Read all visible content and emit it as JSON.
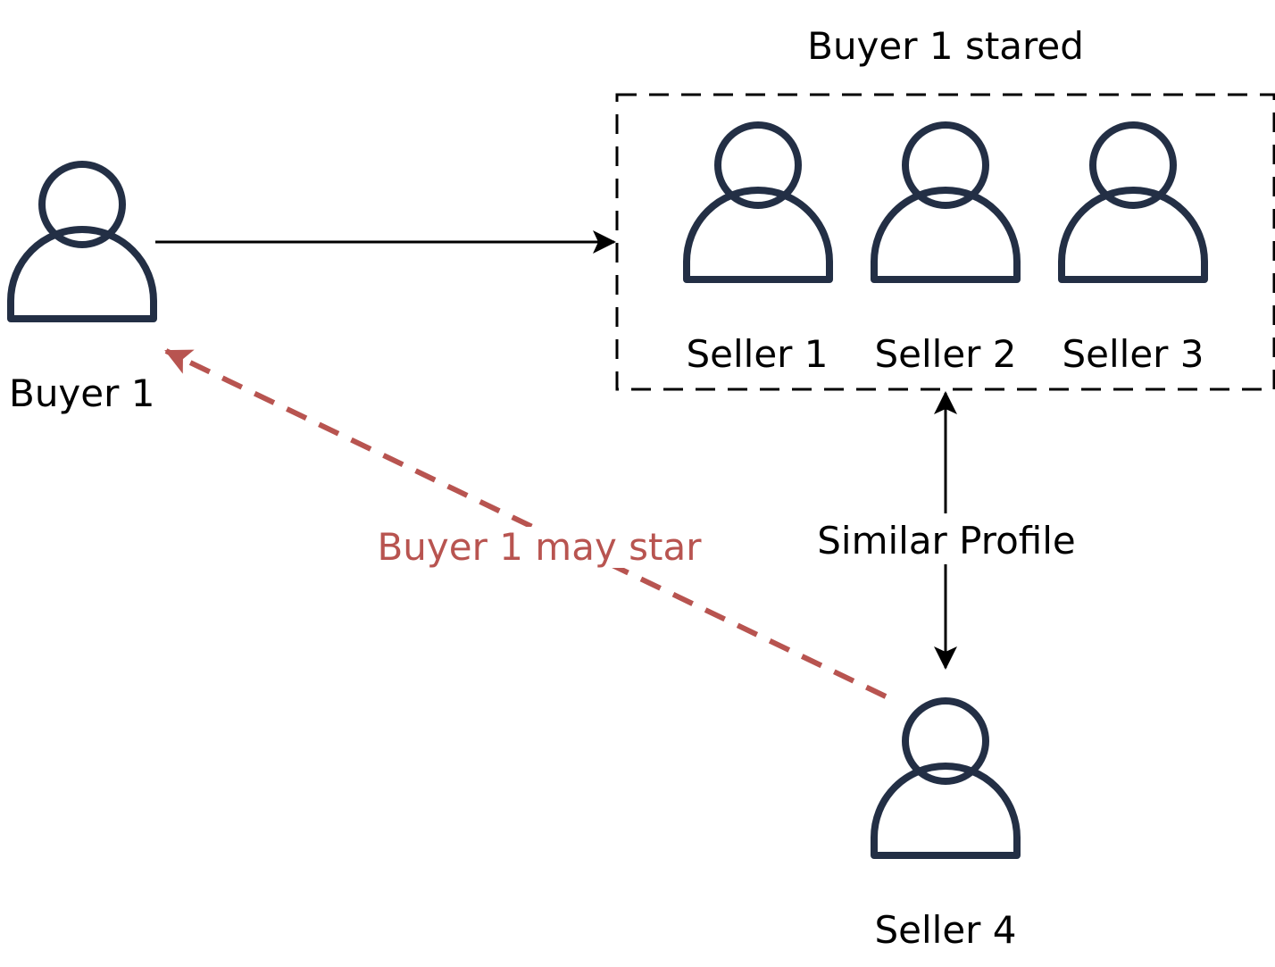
{
  "group_title": "Buyer 1 stared",
  "buyer": {
    "label": "Buyer 1"
  },
  "stared_sellers": [
    {
      "label": "Seller 1"
    },
    {
      "label": "Seller 2"
    },
    {
      "label": "Seller 3"
    }
  ],
  "candidate_seller": {
    "label": "Seller 4"
  },
  "edges": {
    "similar_profile": {
      "label": "Similar Profile"
    },
    "may_star": {
      "label": "Buyer 1 may star"
    }
  },
  "colors": {
    "person_icon_stroke": "#232f45",
    "arrow": "#000000",
    "recommendation": "#b85450",
    "group_border": "#000000"
  },
  "icons": {
    "person": "person-icon"
  }
}
